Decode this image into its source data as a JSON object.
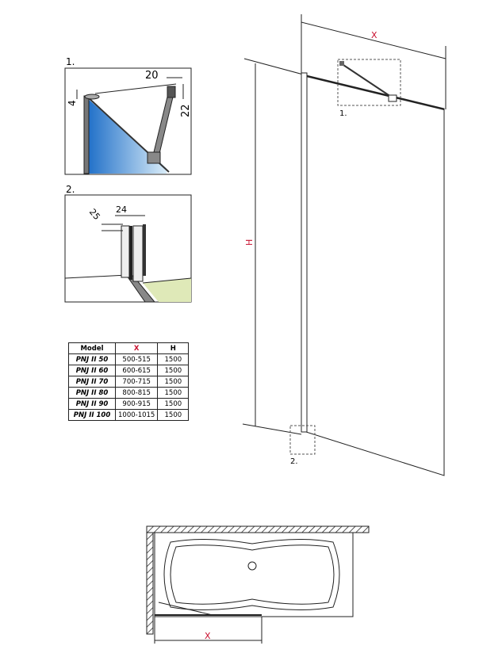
{
  "details": {
    "detail1": {
      "label": "1.",
      "dim_top": "20",
      "dim_left": "4",
      "dim_right": "22"
    },
    "detail2": {
      "label": "2.",
      "dim_depth": "25",
      "dim_width": "24"
    }
  },
  "main": {
    "dim_width": "X",
    "dim_height": "H",
    "callout1": "1.",
    "callout2": "2."
  },
  "plan": {
    "dim_width": "X"
  },
  "table": {
    "headers": [
      "Model",
      "X",
      "H"
    ],
    "rows": [
      [
        "PNJ II 50",
        "500-515",
        "1500"
      ],
      [
        "PNJ II 60",
        "600-615",
        "1500"
      ],
      [
        "PNJ II 70",
        "700-715",
        "1500"
      ],
      [
        "PNJ II 80",
        "800-815",
        "1500"
      ],
      [
        "PNJ II 90",
        "900-915",
        "1500"
      ],
      [
        "PNJ II 100",
        "1000-1015",
        "1500"
      ]
    ]
  },
  "colors": {
    "accent": "#c8102e",
    "glass": "#2a7fd0",
    "floor": "#dfe9b8"
  }
}
